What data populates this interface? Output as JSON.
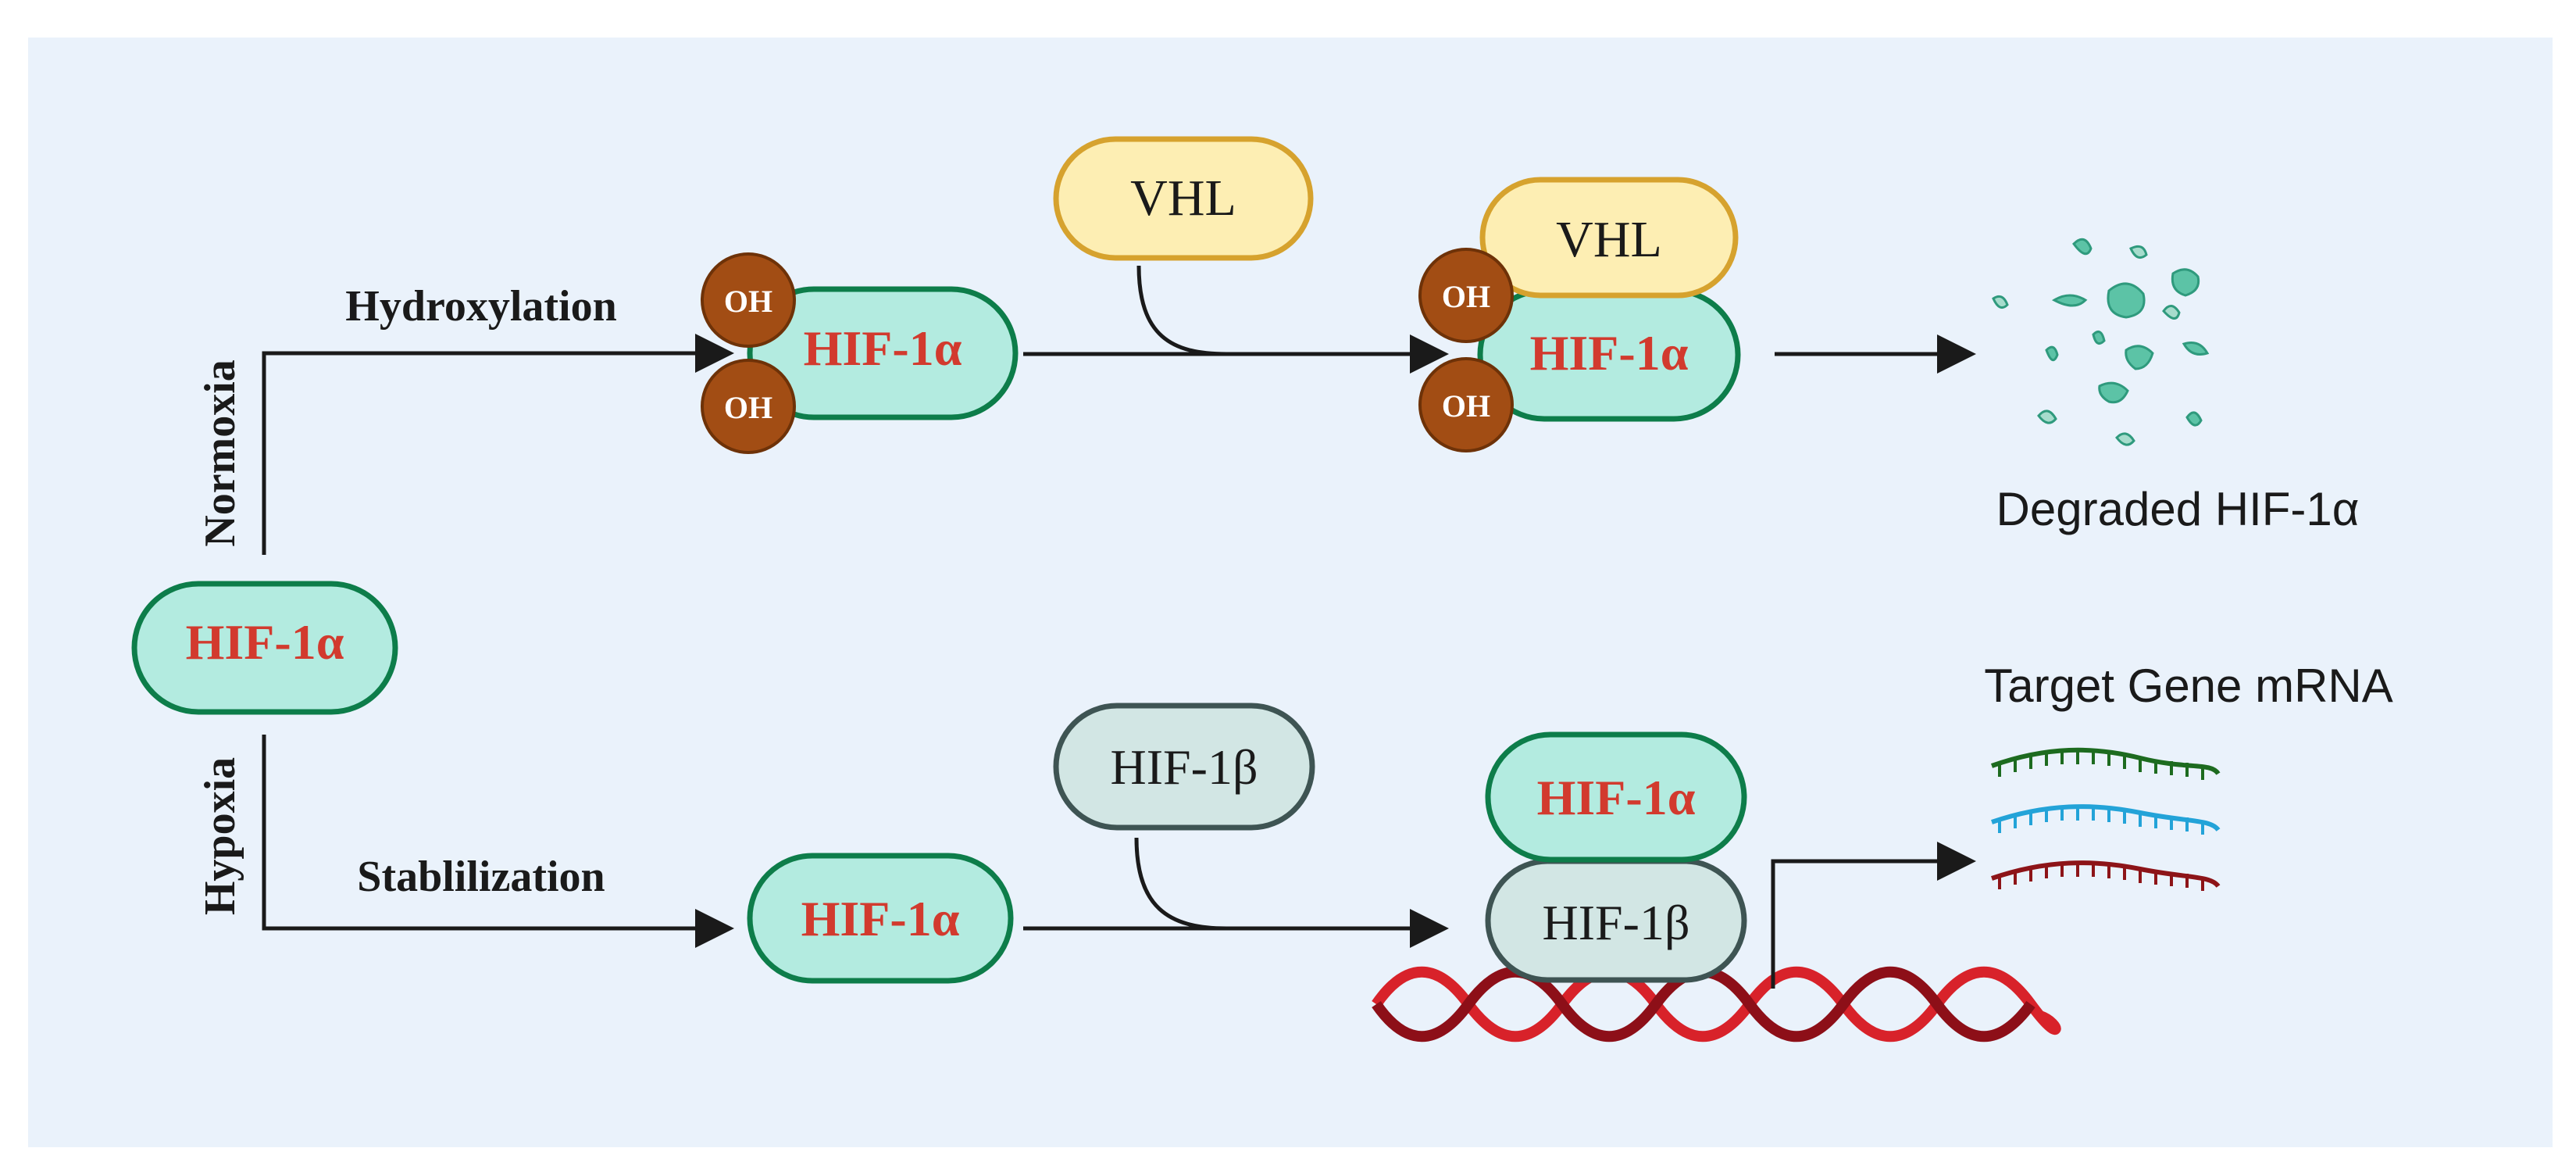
{
  "colors": {
    "panel_bg": "#eaf2fb",
    "hif1a_fill": "#b3ebe0",
    "hif1a_stroke": "#0d7d4a",
    "hif1a_text": "#d23a2e",
    "vhl_fill": "#fdeeb3",
    "vhl_stroke": "#d6a22e",
    "hif1b_fill": "#d2e6e4",
    "hif1b_stroke": "#3e5453",
    "oh_fill": "#a24d14",
    "arrow": "#1a1a1a",
    "dna_light": "#d8222a",
    "dna_dark": "#8d0f18",
    "mrna_green": "#1d6b1f",
    "mrna_blue": "#23a3d8",
    "mrna_red": "#8d1418",
    "fragments": "#5cc3a6"
  },
  "start": {
    "label": "HIF-1α"
  },
  "branches": {
    "normoxia": "Normoxia",
    "hypoxia": "Hypoxia"
  },
  "normoxia_path": {
    "step1_label": "Hydroxylation",
    "hydroxylated": {
      "label": "HIF-1α",
      "oh_top": "OH",
      "oh_bottom": "OH"
    },
    "vhl_free": "VHL",
    "complex": {
      "vhl": "VHL",
      "hif": "HIF-1α",
      "oh_top": "OH",
      "oh_bottom": "OH"
    },
    "outcome": "Degraded HIF-1α"
  },
  "hypoxia_path": {
    "step1_label": "Stablilization",
    "stable": {
      "label": "HIF-1α"
    },
    "hif1b_free": "HIF-1β",
    "complex": {
      "hif1a": "HIF-1α",
      "hif1b": "HIF-1β"
    },
    "outcome": "Target Gene mRNA"
  }
}
